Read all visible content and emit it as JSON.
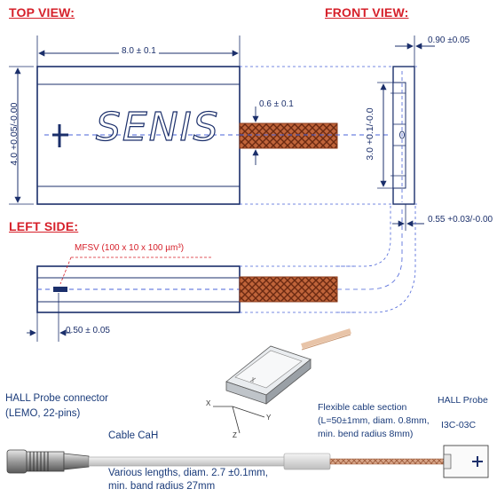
{
  "headers": {
    "top_view": "TOP VIEW:",
    "front_view": "FRONT VIEW:",
    "left_side": "LEFT SIDE:"
  },
  "dimensions": {
    "length": "8.0 ± 0.1",
    "width": "4.0 +0.05/-0.00",
    "cable": "0.6 ± 0.1",
    "front_thickness": "0.90 ±0.05",
    "front_height": "3.0 +0.1/-0.0",
    "front_gap": "0.55 +0.03/-0.00",
    "side_thickness": "0.50 ± 0.05"
  },
  "logo_text": "SENIS",
  "mfsv_label": "MFSV (100 x 10 x 100 µm³)",
  "connector": {
    "title": "HALL Probe connector",
    "subtitle": "(LEMO, 22-pins)"
  },
  "cable_cah": {
    "title": "Cable CaH",
    "line1": "Various lengths, diam. 2.7 ±0.1mm,",
    "line2": "min. band radius 27mm"
  },
  "flex_cable": {
    "title": "Flexible cable section",
    "line1": "(L=50±1mm,  diam. 0.8mm,",
    "line2": "min. bend radius 8mm)"
  },
  "hall_probe": {
    "title": "HALL Probe",
    "model": "I3C-03C"
  },
  "axes": {
    "x": "X",
    "y": "Y",
    "z": "Z"
  },
  "colors": {
    "outline": "#1b2f6b",
    "dash": "#4a63d8",
    "header_red": "#d6202a",
    "cable_braid": "#c0643a",
    "cable_dark": "#6b2a12"
  }
}
